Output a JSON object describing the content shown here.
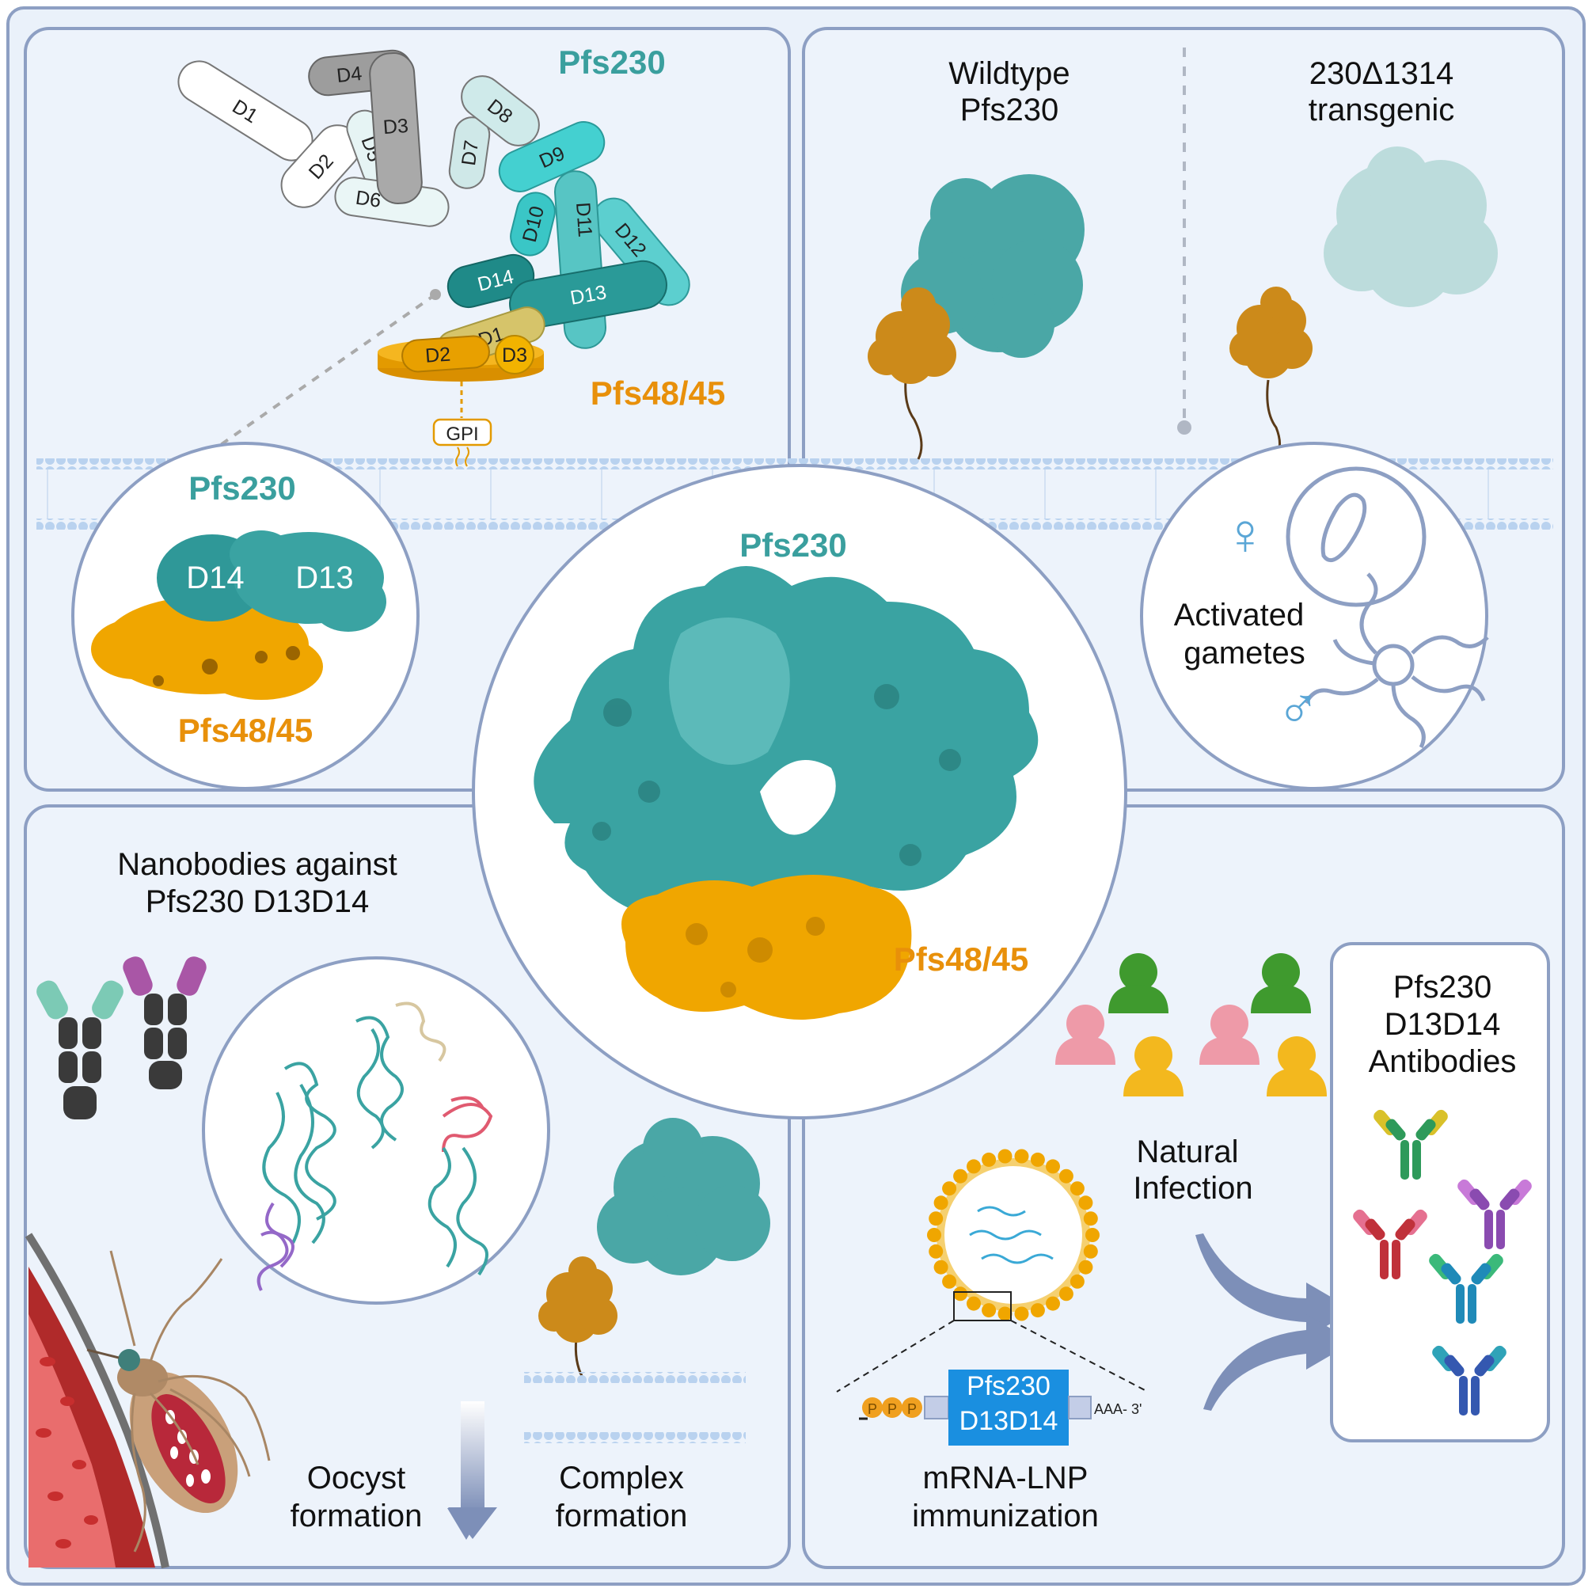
{
  "colors": {
    "teal": "#3a9f9e",
    "teal_dark": "#2a7f7e",
    "cyan": "#45cfcf",
    "orange": "#f0a500",
    "orange_text": "#e8900a",
    "panel_bg": "#edf3fb",
    "panel_border": "#8d9fc3",
    "female_male_symbol": "#5aa6d6",
    "mrna_box": "#1a8fe0"
  },
  "top_left": {
    "title_pfs230": "Pfs230",
    "title_pfs4845": "Pfs48/45",
    "gpi": "GPI",
    "pfs230_domains": [
      "D1",
      "D2",
      "D3",
      "D4",
      "D5",
      "D6",
      "D7",
      "D8",
      "D9",
      "D10",
      "D11",
      "D12",
      "D13",
      "D14"
    ],
    "pfs4845_domains": [
      "D1",
      "D2",
      "D3"
    ],
    "inset": {
      "title": "Pfs230",
      "d14": "D14",
      "d13": "D13",
      "subtitle": "Pfs48/45"
    }
  },
  "top_right": {
    "wildtype_line1": "Wildtype",
    "wildtype_line2": "Pfs230",
    "transgenic_line1": "230Δ1314",
    "transgenic_line2": "transgenic",
    "gametes_line1": "Activated",
    "gametes_line2": "gametes",
    "female_symbol": "♀",
    "male_symbol": "♂"
  },
  "center": {
    "title": "Pfs230",
    "subtitle": "Pfs48/45"
  },
  "bottom_left": {
    "nanobodies_line1": "Nanobodies against",
    "nanobodies_line2": "Pfs230 D13D14",
    "oocyst_line1": "Oocyst",
    "oocyst_line2": "formation",
    "complex_line1": "Complex",
    "complex_line2": "formation"
  },
  "bottom_right": {
    "natural_line1": "Natural",
    "natural_line2": "Infection",
    "mrna_line1": "mRNA-LNP",
    "mrna_line2": "immunization",
    "mrna_box_line1": "Pfs230",
    "mrna_box_line2": "D13D14",
    "ppp": "P",
    "poly_a": "AAA- 3'",
    "antibodies_line1": "Pfs230",
    "antibodies_line2": "D13D14",
    "antibodies_line3": "Antibodies"
  }
}
